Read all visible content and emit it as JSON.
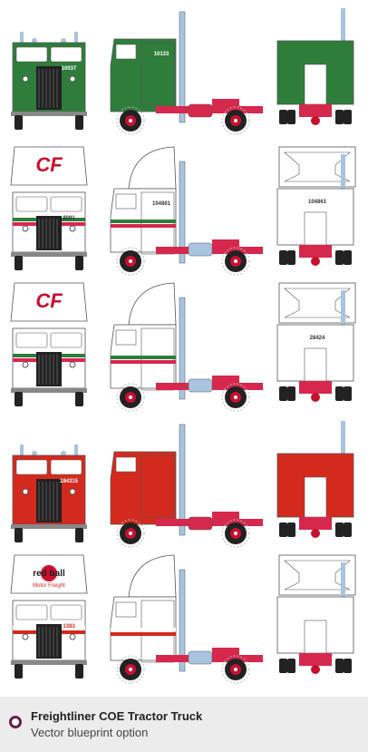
{
  "caption": {
    "title": "Freightliner COE Tractor Truck",
    "subtitle": "Vector blueprint option"
  },
  "colors": {
    "outline": "#555555",
    "stack": "#a8c4de",
    "chassis": "#d6284d",
    "wheel": "#222222",
    "hub": "#c8102e",
    "caption_bg": "#ececec",
    "bullet": "#6b1e4a"
  },
  "variants": [
    {
      "id": "green",
      "body_color": "#2e7d3b",
      "stripe_color": "#2e7d3b",
      "accent_color": "#2e7d3b",
      "text_color": "#ffffff",
      "front_unit": "10037",
      "side_unit": "10133",
      "back_unit": "",
      "logo_main": "",
      "logo_sub": ""
    },
    {
      "id": "consolidated-cab-fairing",
      "body_color": "#ffffff",
      "stripe_color": "#2e7d3b",
      "accent_color": "#d6284d",
      "text_color": "#333333",
      "front_unit": "8091",
      "side_unit": "104861",
      "back_unit": "104861",
      "logo_main": "CF",
      "logo_sub": ""
    },
    {
      "id": "consolidated-cab",
      "body_color": "#ffffff",
      "stripe_color": "#2e7d3b",
      "accent_color": "#d6284d",
      "text_color": "#333333",
      "front_unit": "",
      "side_unit": "",
      "back_unit": "28424",
      "logo_main": "CF",
      "logo_sub": ""
    },
    {
      "id": "red-ball",
      "body_color": "#d42a1e",
      "stripe_color": "#d42a1e",
      "accent_color": "#d42a1e",
      "text_color": "#ffffff",
      "front_unit": "184315",
      "side_unit": "",
      "back_unit": "",
      "logo_main": "",
      "logo_sub": ""
    },
    {
      "id": "red-ball-white",
      "body_color": "#ffffff",
      "stripe_color": "#ffffff",
      "accent_color": "#d42a1e",
      "text_color": "#d42a1e",
      "front_unit": "1383",
      "side_unit": "",
      "back_unit": "",
      "logo_main": "red ball",
      "logo_sub": "Motor Freight"
    }
  ]
}
